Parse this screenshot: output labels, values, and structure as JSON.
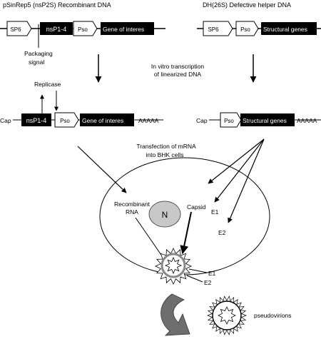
{
  "titles": {
    "recombinant": "pSinRep5 (nsP2S) Recombinant  DNA",
    "helper": "DH(26S) Defective helper DNA"
  },
  "construct_top": {
    "sp6": "SP6",
    "nsp": "nsP1-4",
    "pso": "Pso",
    "goi": "Gene of interes"
  },
  "helper_top": {
    "sp6": "SP6",
    "pso": "Pso",
    "structural": "Structural genes"
  },
  "packaging_signal": [
    "Packaging",
    "signal"
  ],
  "in_vitro": [
    "In vitro transcription",
    "of linearized DNA"
  ],
  "replicase": "Replicase",
  "mrna_left": {
    "cap": "Cap",
    "nsp": "nsP1-4",
    "pso": "Pso",
    "goi": "Gene of interes",
    "polya": "AAAAA"
  },
  "mrna_right": {
    "cap": "Cap",
    "pso": "Pso",
    "structural": "Structural genes",
    "polya": "AAAAA"
  },
  "transfection": [
    "Transfection of mRNA",
    "into BHK cells"
  ],
  "cell": {
    "recombinant_rna": [
      "Recombinant",
      "RNA"
    ],
    "nucleus": "N",
    "capsid": "Capsid",
    "e1": "E1",
    "e2": "E2"
  },
  "virion_labels": {
    "e1": "E1",
    "e2": "E2"
  },
  "pseudovirions": "pseudovirions",
  "colors": {
    "ink": "#000000",
    "nucleus": "#c8c8c8",
    "ring": "#888888",
    "arrow_grey": "#6e6e6e"
  }
}
